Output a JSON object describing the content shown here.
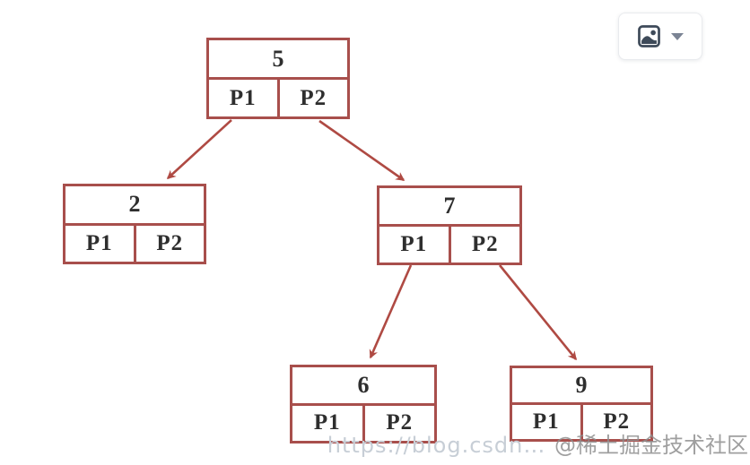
{
  "diagram": {
    "type": "binary-tree",
    "nodes": [
      {
        "id": "root",
        "value": "5",
        "p1": "P1",
        "p2": "P2"
      },
      {
        "id": "left",
        "value": "2",
        "p1": "P1",
        "p2": "P2"
      },
      {
        "id": "right",
        "value": "7",
        "p1": "P1",
        "p2": "P2"
      },
      {
        "id": "right-left",
        "value": "6",
        "p1": "P1",
        "p2": "P2"
      },
      {
        "id": "right-right",
        "value": "9",
        "p1": "P1",
        "p2": "P2"
      }
    ],
    "edges": [
      {
        "from": "5",
        "via": "P1",
        "to": "2"
      },
      {
        "from": "5",
        "via": "P2",
        "to": "7"
      },
      {
        "from": "7",
        "via": "P1",
        "to": "6"
      },
      {
        "from": "7",
        "via": "P2",
        "to": "9"
      }
    ],
    "colors": {
      "box_border": "#a84f4c",
      "arrow": "#af4a43",
      "text": "#2e2e2e"
    }
  },
  "toolbar": {
    "image_button_icon": "image-icon",
    "dropdown_icon": "chevron-down-icon"
  },
  "watermark": {
    "url_text": "https://blog.csdn…",
    "community_text": "@稀土掘金技术社区"
  }
}
